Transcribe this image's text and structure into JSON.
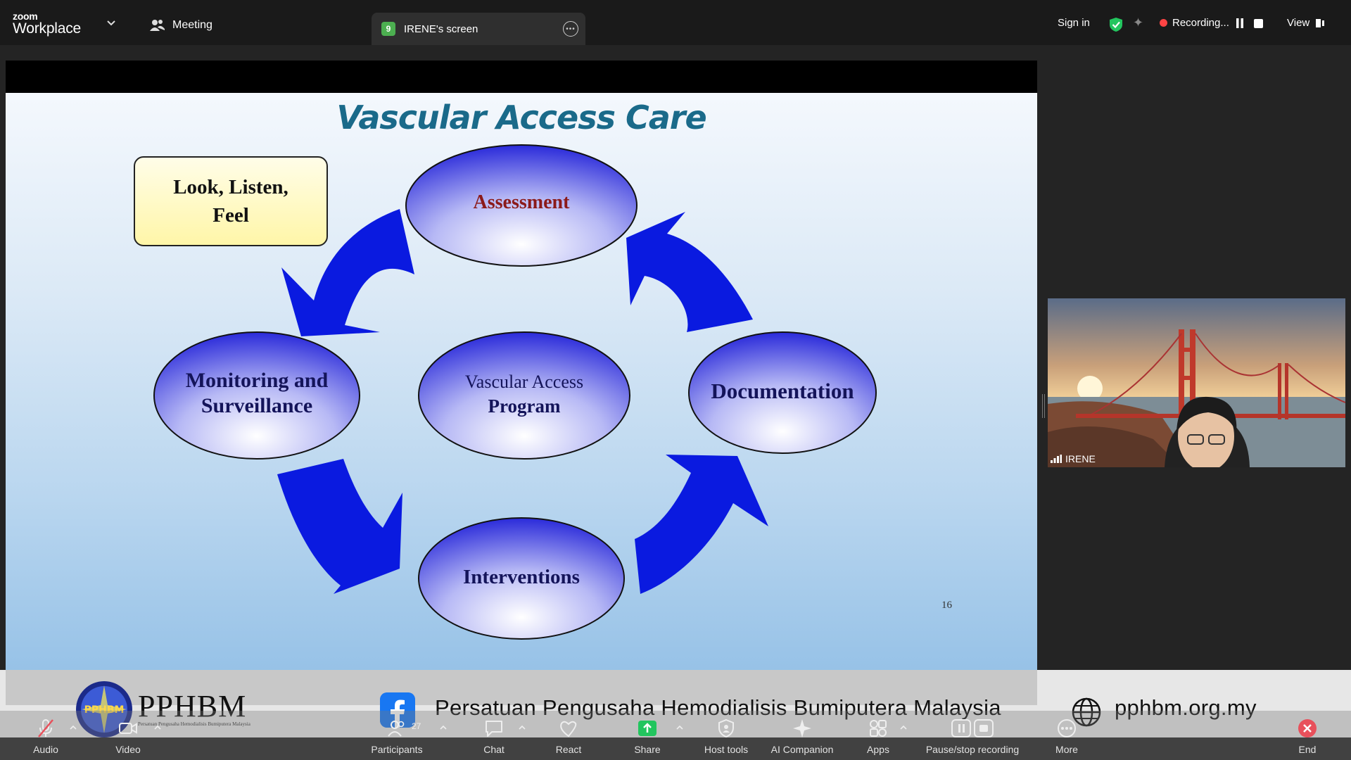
{
  "app": {
    "brand_top": "zoom",
    "brand_bottom": "Workplace",
    "meeting_label": "Meeting",
    "tab": {
      "badge": "9",
      "title": "IRENE's screen"
    },
    "sign_in": "Sign in",
    "recording_label": "Recording...",
    "view_label": "View"
  },
  "slide": {
    "title": "Vascular Access Care",
    "note": "Look, Listen, Feel",
    "nodes": {
      "assessment": "Assessment",
      "monitoring_1": "Monitoring and",
      "monitoring_2": "Surveillance",
      "center_1": "Vascular Access",
      "center_2": "Program",
      "documentation": "Documentation",
      "interventions": "Interventions"
    },
    "page_number": "16"
  },
  "video": {
    "participant_name": "IRENE"
  },
  "banner": {
    "logo_text": "PPHBM",
    "logo_badge": "PPHBM",
    "logo_subtext": "Persatuan Pengusaha Hemodialisis Bumiputera Malaysia",
    "organization": "Persatuan Pengusaha Hemodialisis Bumiputera Malaysia",
    "website": "pphbm.org.my"
  },
  "toolbar": {
    "audio": "Audio",
    "video": "Video",
    "participants": "Participants",
    "participants_count": "27",
    "chat": "Chat",
    "react": "React",
    "share": "Share",
    "host_tools": "Host tools",
    "ai_companion": "AI Companion",
    "apps": "Apps",
    "pause_stop": "Pause/stop recording",
    "more": "More",
    "end": "End"
  },
  "colors": {
    "accent_green": "#22c55e",
    "recording_red": "#ff4444",
    "slide_title": "#1a6a8a",
    "arrow_blue": "#0a1ae0",
    "assessment_text": "#8b1a1a",
    "end_red": "#e8505b"
  }
}
